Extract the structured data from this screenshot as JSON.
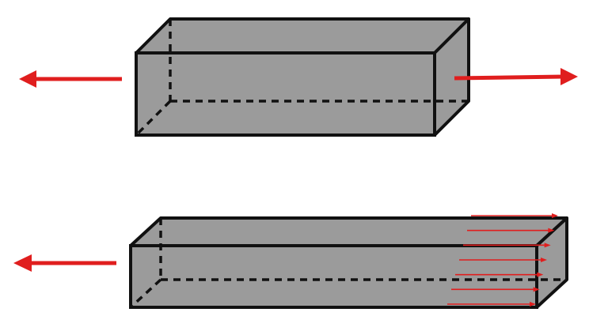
{
  "diagram": {
    "colors": {
      "face": "#9b9b9b",
      "edge": "#111111",
      "arrow": "#e01e1e",
      "background": "#ffffff"
    },
    "top_block": {
      "description_icon": "rectangular-bar-icon",
      "forces": [
        "left-pull-arrow",
        "right-pull-arrow"
      ]
    },
    "bottom_block": {
      "description_icon": "rectangular-bar-icon",
      "forces": [
        "left-pull-arrow",
        "distributed-end-load-arrows"
      ],
      "distributed_arrow_count": 7
    }
  }
}
